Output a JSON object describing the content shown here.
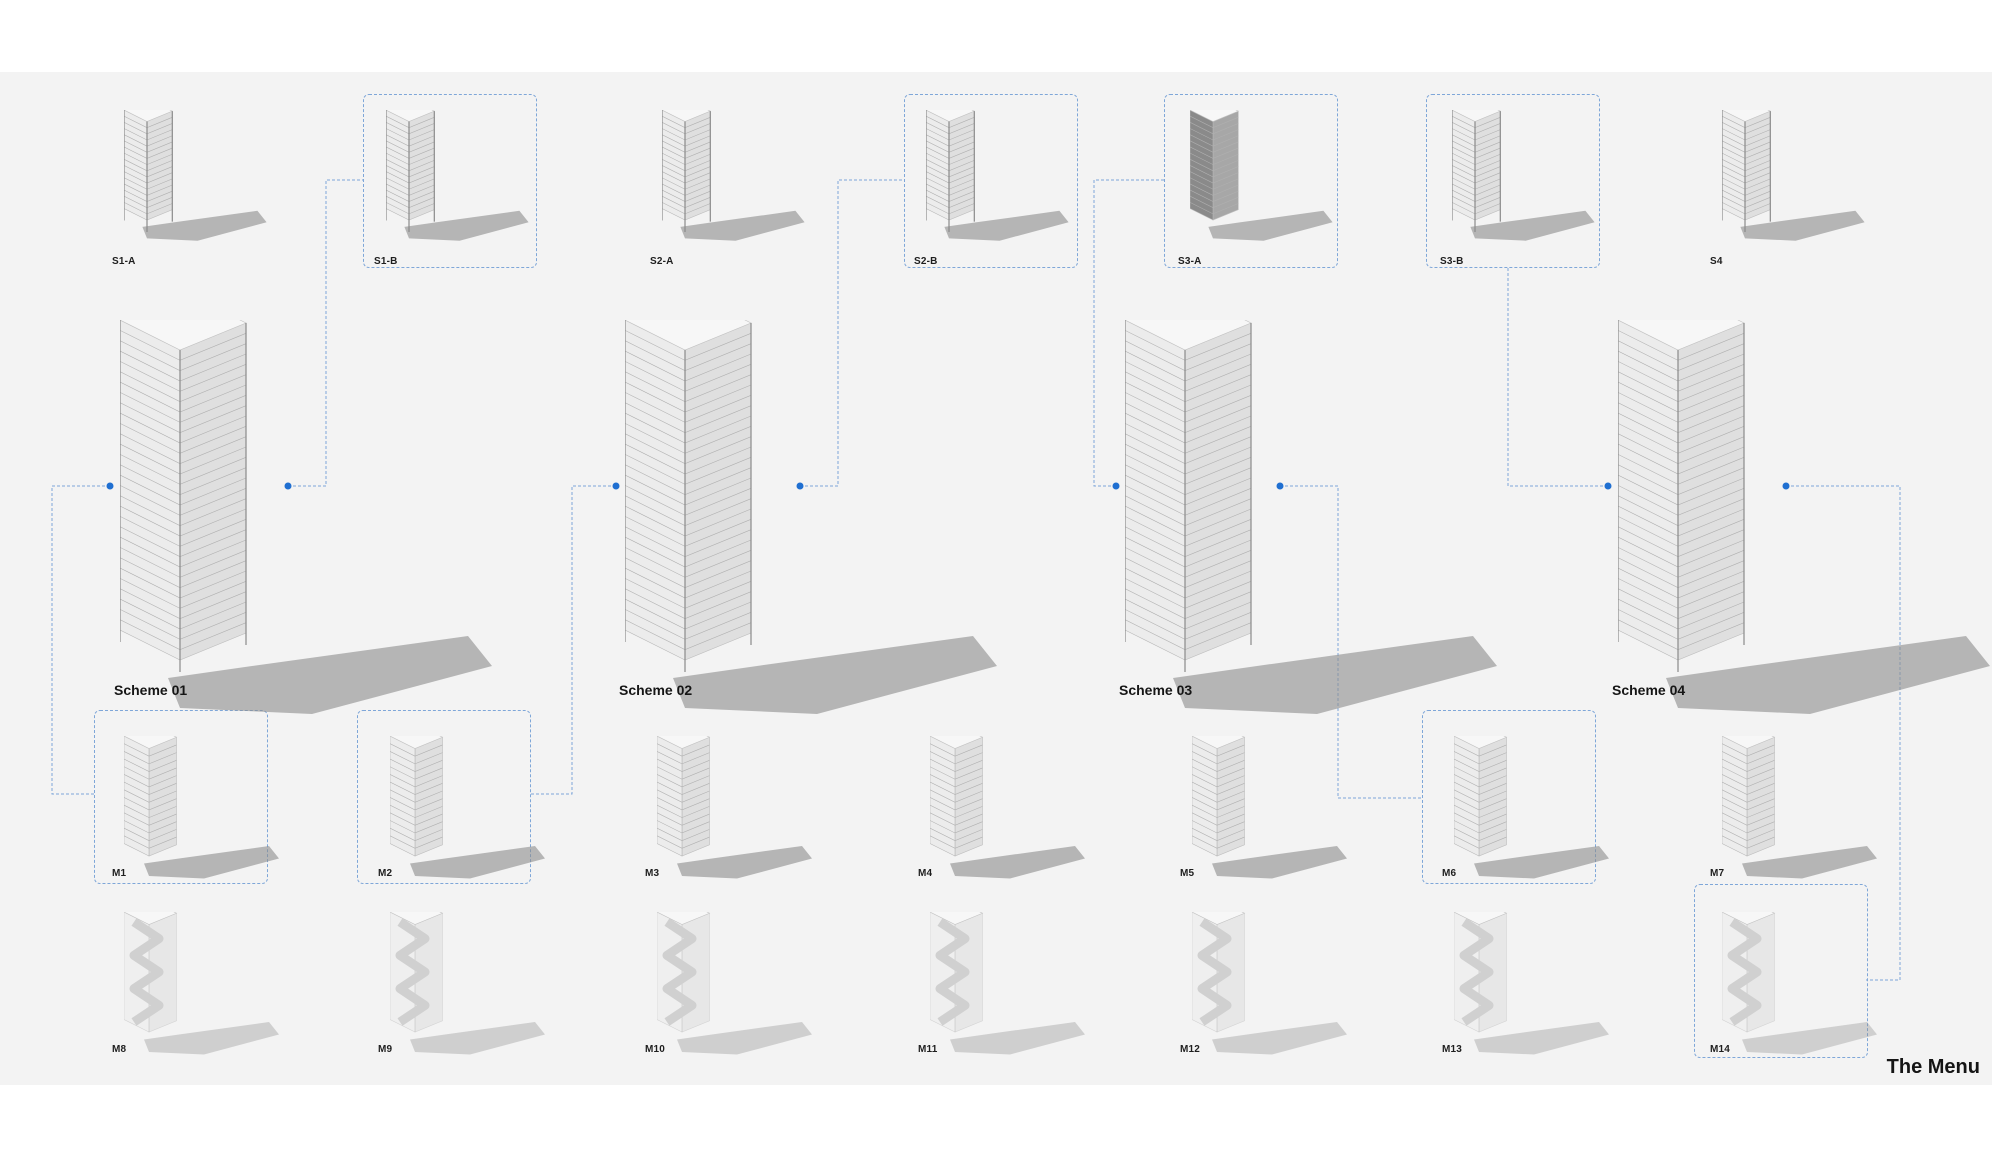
{
  "title": "The Menu",
  "structural_options": [
    "S1-A",
    "S1-B",
    "S2-A",
    "S2-B",
    "S3-A",
    "S3-B",
    "S4"
  ],
  "schemes": [
    "Scheme 01",
    "Scheme 02",
    "Scheme 03",
    "Scheme 04"
  ],
  "massing_row1": [
    "M1",
    "M2",
    "M3",
    "M4",
    "M5",
    "M6",
    "M7"
  ],
  "massing_row2": [
    "M8",
    "M9",
    "M10",
    "M11",
    "M12",
    "M13",
    "M14"
  ],
  "colors": {
    "background": "#f3f3f3",
    "connector": "#7ea6d8",
    "node": "#1f6fd1",
    "shadow": "#8c8c8c"
  }
}
